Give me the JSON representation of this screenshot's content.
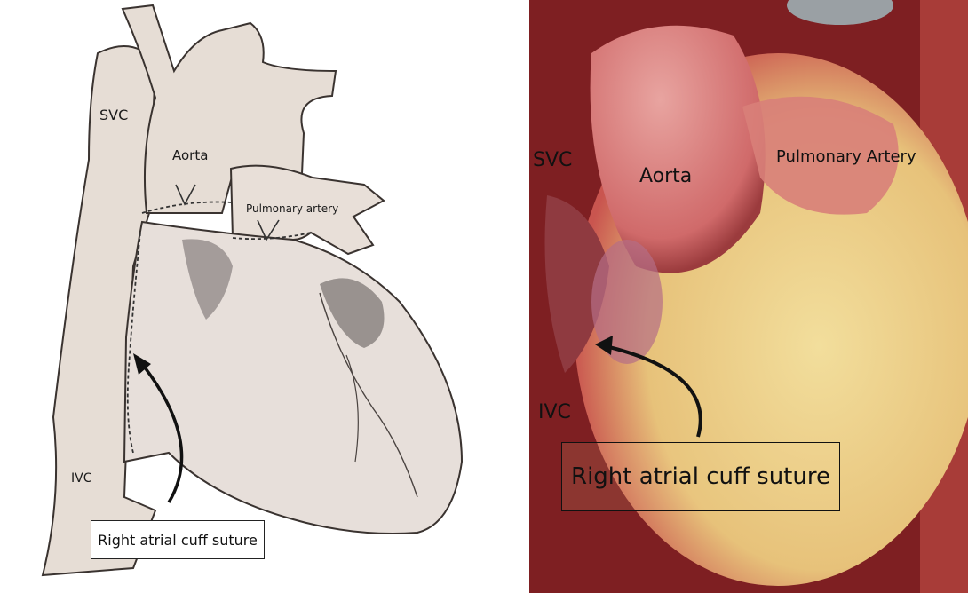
{
  "left_panel": {
    "labels": {
      "svc": "SVC",
      "aorta": "Aorta",
      "pulmonary_artery": "Pulmonary artery",
      "ivc": "IVC"
    },
    "callout": "Right atrial cuff suture"
  },
  "right_panel": {
    "labels": {
      "svc": "SVC",
      "aorta": "Aorta",
      "pulmonary_artery": "Pulmonary Artery",
      "ivc": "IVC"
    },
    "callout": "Right atrial cuff suture"
  },
  "colors": {
    "illustration_tissue": "#e6ddd5",
    "illustration_outline": "#3a3330",
    "photo_background": "#7e1f22",
    "photo_fat": "#edd48e",
    "photo_muscle": "#c9554f"
  }
}
